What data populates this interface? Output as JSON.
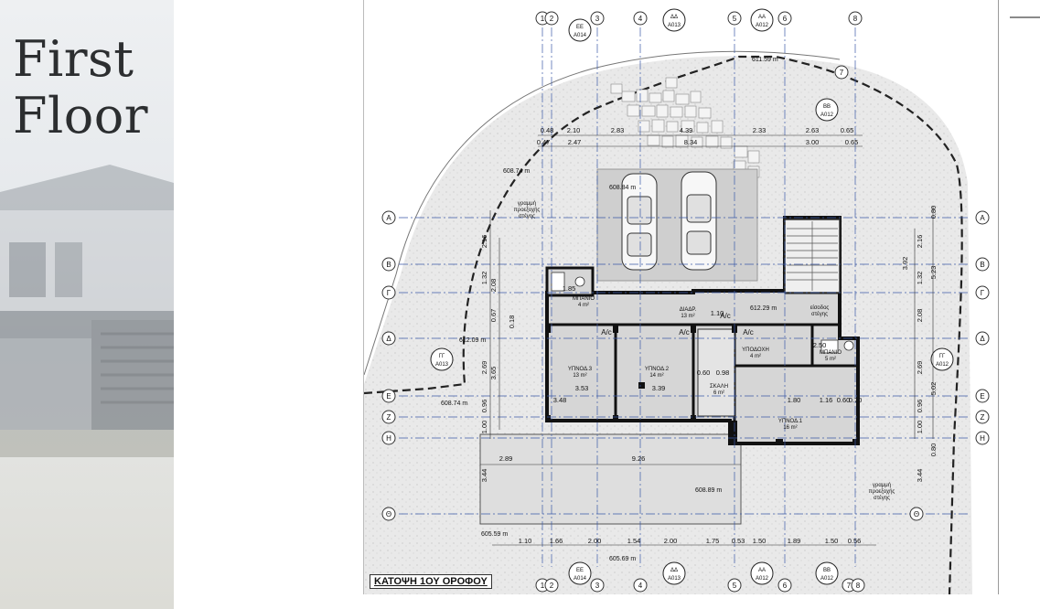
{
  "page": {
    "title_line1": "First",
    "title_line2": "Floor"
  },
  "plan": {
    "drawing_title": "ΚΑΤΟΨΗ 1ΟΥ ΟΡΟΦΟΥ",
    "grid_top": [
      "1",
      "2",
      "3",
      "4",
      "5",
      "6",
      "8"
    ],
    "grid_right_extra": "7",
    "grid_rows": [
      "Α",
      "Β",
      "Γ",
      "Δ",
      "Ε",
      "Ζ",
      "Η",
      "Θ"
    ],
    "section_marks": [
      {
        "top": "ΕΕ",
        "bottom": "A014"
      },
      {
        "top": "ΔΔ",
        "bottom": "A013"
      },
      {
        "top": "ΑΑ",
        "bottom": "A012"
      },
      {
        "top": "ΒΒ",
        "bottom": "A012"
      },
      {
        "top": "ΓΓ",
        "bottom": "A013"
      },
      {
        "top": "ΓΓ",
        "bottom": "A012"
      }
    ],
    "rooms": [
      {
        "name": "ΥΠΝΟΔ.3",
        "area": "13 m²"
      },
      {
        "name": "ΥΠΝΟΔ.2",
        "area": "14 m²"
      },
      {
        "name": "ΥΠΝΟΔ.1",
        "area": "16 m²"
      },
      {
        "name": "ΔΙΑΔΡ.",
        "area": "13 m²"
      },
      {
        "name": "ΜΠΑΝΙΟ",
        "area": "4 m²"
      },
      {
        "name": "ΜΠΑΝΙΟ",
        "area": "5 m²"
      },
      {
        "name": "ΥΠΟΔΟΧΗ",
        "area": "4 m²"
      },
      {
        "name": "ΣΚΑΛΗ",
        "area": "6 m²"
      },
      {
        "name": "είσοδος",
        "area": "στέγης"
      }
    ],
    "ac_labels": [
      "A/c",
      "A/c",
      "A/c",
      "A/c"
    ],
    "levels": [
      "611.59 m",
      "608.74 m",
      "608.84 m",
      "612.29 m",
      "612.09 m",
      "608.74 m",
      "608.89 m",
      "605.59 m",
      "605.69 m"
    ],
    "roof_note": [
      "γραμμή",
      "προεξοχής",
      "στέγης"
    ],
    "dims_top1": [
      "0.48",
      "2.10",
      "2.83",
      "4.39",
      "2.33",
      "2.63",
      "0.65"
    ],
    "dims_top2": [
      "0.47",
      "2.47",
      "8.34",
      "3.00",
      "0.65"
    ],
    "dims_bottom": [
      "1.10",
      "1.66",
      "2.00",
      "1.54",
      "2.00",
      "1.75",
      "0.53",
      "1.50",
      "1.89",
      "1.50",
      "0.56"
    ],
    "dims_mid": [
      "2.89",
      "9.26"
    ],
    "dims_left": [
      "2.16",
      "1.32",
      "2.08",
      "0.67",
      "0.18",
      "2.69",
      "3.65",
      "0.96",
      "1.00",
      "3.44"
    ],
    "dims_right": [
      "0.80",
      "2.16",
      "3.92",
      "5.23",
      "1.32",
      "2.08",
      "2.69",
      "5.02",
      "0.96",
      "1.00",
      "0.80",
      "3.44"
    ],
    "room_dims": [
      "3.53",
      "3.39",
      "3.48",
      "1.85",
      "2.50",
      "0.60",
      "0.98",
      "1.80",
      "1.16",
      "0.60",
      "0.70",
      "1.10"
    ]
  }
}
